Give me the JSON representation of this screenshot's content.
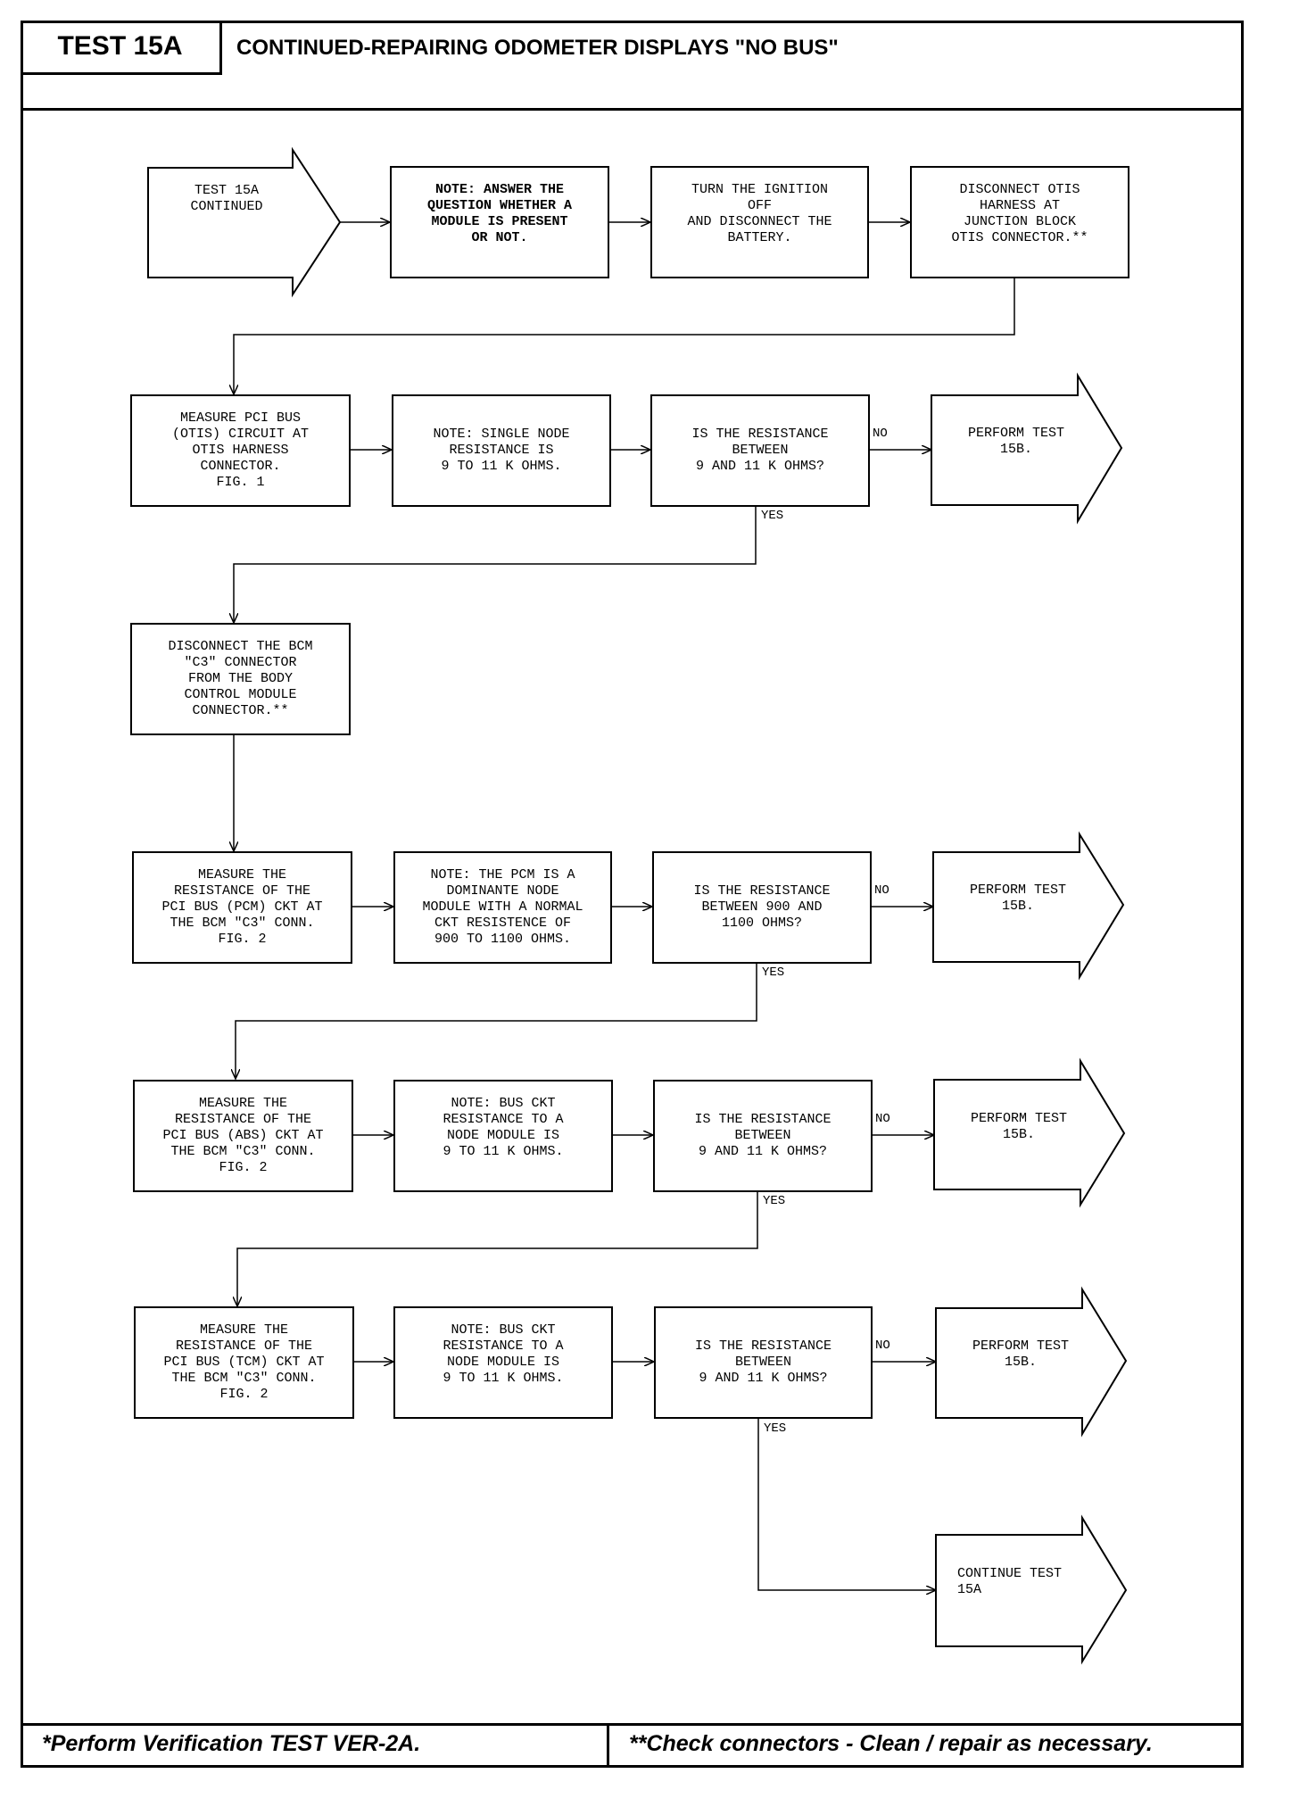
{
  "header": {
    "test_tab": "TEST 15A",
    "title": "CONTINUED-REPAIRING ODOMETER DISPLAYS \"NO BUS\""
  },
  "footer": {
    "left": "*Perform Verification TEST VER-2A.",
    "right": "**Check connectors - Clean / repair as necessary."
  },
  "labels": {
    "yes": "YES",
    "no": "NO"
  },
  "nodes": {
    "start": "TEST 15A\nCONTINUED",
    "note_module": "NOTE: ANSWER THE\nQUESTION WHETHER A\nMODULE IS PRESENT\nOR NOT.",
    "ignition_off": "TURN THE IGNITION\nOFF\nAND DISCONNECT THE\nBATTERY.",
    "disconnect_otis": "DISCONNECT OTIS\nHARNESS AT\nJUNCTION BLOCK\nOTIS CONNECTOR.**",
    "measure_otis": "MEASURE PCI BUS\n(OTIS) CIRCUIT AT\nOTIS HARNESS\nCONNECTOR.\nFIG. 1",
    "note_single_node": "NOTE: SINGLE NODE\nRESISTANCE IS\n9 TO 11 K OHMS.",
    "q1": "IS THE RESISTANCE\nBETWEEN\n9 AND 11 K OHMS?",
    "perform1": "PERFORM TEST\n15B.",
    "disconnect_bcm": "DISCONNECT THE BCM\n\"C3\" CONNECTOR\nFROM THE BODY\nCONTROL MODULE\nCONNECTOR.**",
    "measure_pcm": "MEASURE THE\nRESISTANCE OF THE\nPCI BUS (PCM) CKT AT\nTHE BCM \"C3\" CONN.\nFIG. 2",
    "note_pcm": "NOTE: THE PCM IS A\nDOMINANTE NODE\nMODULE WITH A NORMAL\nCKT RESISTENCE OF\n900 TO 1100 OHMS.",
    "q2": "IS THE RESISTANCE\nBETWEEN 900 AND\n1100 OHMS?",
    "perform2": "PERFORM TEST\n15B.",
    "measure_abs": "MEASURE THE\nRESISTANCE OF THE\nPCI BUS (ABS) CKT AT\nTHE BCM \"C3\" CONN.\nFIG. 2",
    "note_abs": "NOTE: BUS CKT\nRESISTANCE TO A\nNODE MODULE IS\n9 TO 11 K OHMS.",
    "q3": "IS THE RESISTANCE\nBETWEEN\n9 AND 11 K OHMS?",
    "perform3": "PERFORM TEST\n15B.",
    "measure_tcm": "MEASURE THE\nRESISTANCE OF THE\nPCI BUS (TCM) CKT AT\nTHE BCM \"C3\" CONN.\nFIG. 2",
    "note_tcm": "NOTE: BUS CKT\nRESISTANCE TO A\nNODE MODULE IS\n9 TO 11 K OHMS.",
    "q4": "IS THE RESISTANCE\nBETWEEN\n9 AND 11 K OHMS?",
    "perform4": "PERFORM TEST\n15B.",
    "continue": "CONTINUE TEST\n15A"
  }
}
